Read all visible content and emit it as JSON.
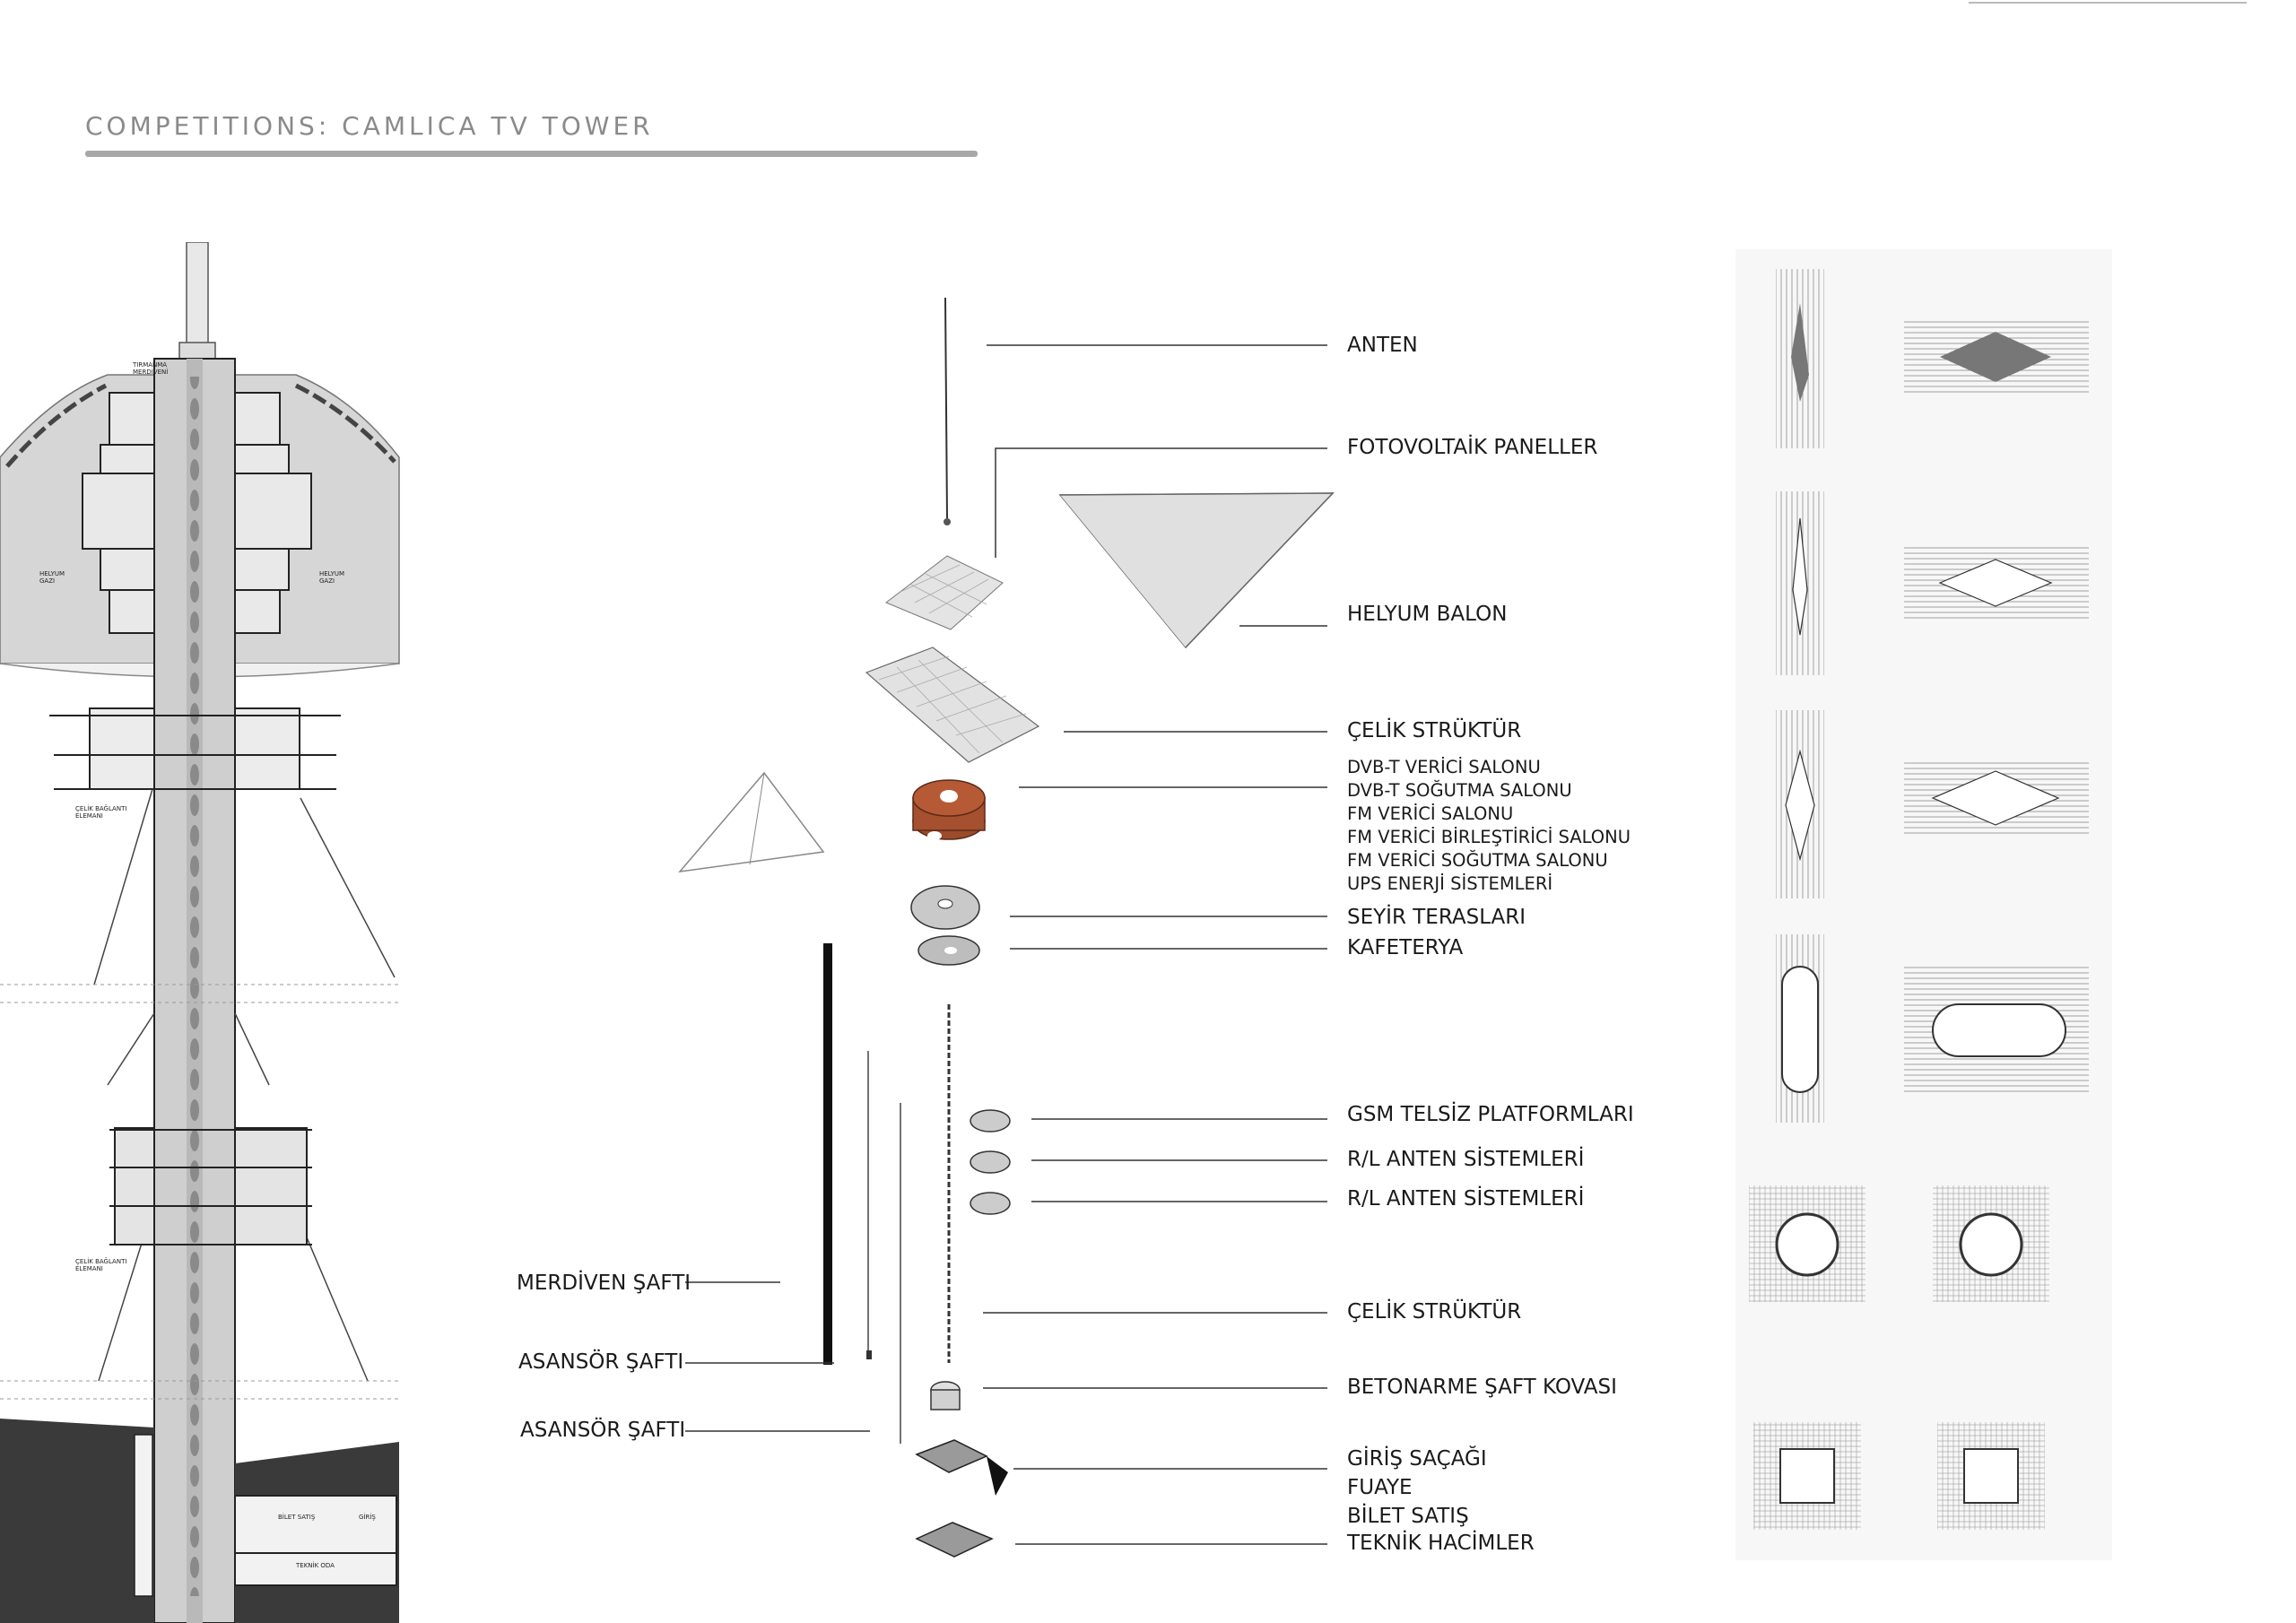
{
  "header": {
    "title": "COMPETITIONS: CAMLICA TV TOWER"
  },
  "section_labels": {
    "tirmanma": "TIRMANMA\nMERDİVENİ",
    "helyum_left": "HELYUM\nGAZI",
    "helyum_right": "HELYUM\nGAZI",
    "celik_1": "ÇELİK BAĞLANTI\nELEMANI",
    "celik_2": "ÇELİK BAĞLANTI\nELEMANI",
    "bilet": "BİLET SATIŞ",
    "giris": "GİRİŞ",
    "teknik": "TEKNİK ODA"
  },
  "components": {
    "anten": "ANTEN",
    "fotovoltaik": "FOTOVOLTAİK PANELLER",
    "helyum_balon": "HELYUM BALON",
    "celik_struktur_top": "ÇELİK STRÜKTÜR",
    "dvbt_verici": "DVB-T VERİCİ SALONU",
    "dvbt_sogutma": "DVB-T SOĞUTMA SALONU",
    "fm_verici": "FM VERİCİ SALONU",
    "fm_birlestirici": "FM VERİCİ BİRLEŞTİRİCİ SALONU",
    "fm_sogutma": "FM VERİCİ SOĞUTMA SALONU",
    "ups": "UPS ENERJİ SİSTEMLERİ",
    "seyir": "SEYİR TERASLARI",
    "kafeterya": "KAFETERYA",
    "gsm": "GSM TELSİZ PLATFORMLARI",
    "rl_1": "R/L ANTEN SİSTEMLERİ",
    "rl_2": "R/L ANTEN SİSTEMLERİ",
    "celik_struktur_bottom": "ÇELİK STRÜKTÜR",
    "betonarme": "BETONARME ŞAFT KOVASI",
    "giris_sacagi": "GİRİŞ SAÇAĞI",
    "fuaye": "FUAYE",
    "bilet_satis": "BİLET SATIŞ",
    "teknik_hacimler": "TEKNİK HACİMLER"
  },
  "shafts": {
    "merdiven": "MERDİVEN ŞAFTI",
    "asansor_1": "ASANSÖR ŞAFTI",
    "asansor_2": "ASANSÖR ŞAFTI"
  },
  "colors": {
    "header_gray": "#8a8a8a",
    "concrete": "#c9c9c9",
    "ground": "#3a3a3a",
    "rust": "#9c4a2c"
  }
}
